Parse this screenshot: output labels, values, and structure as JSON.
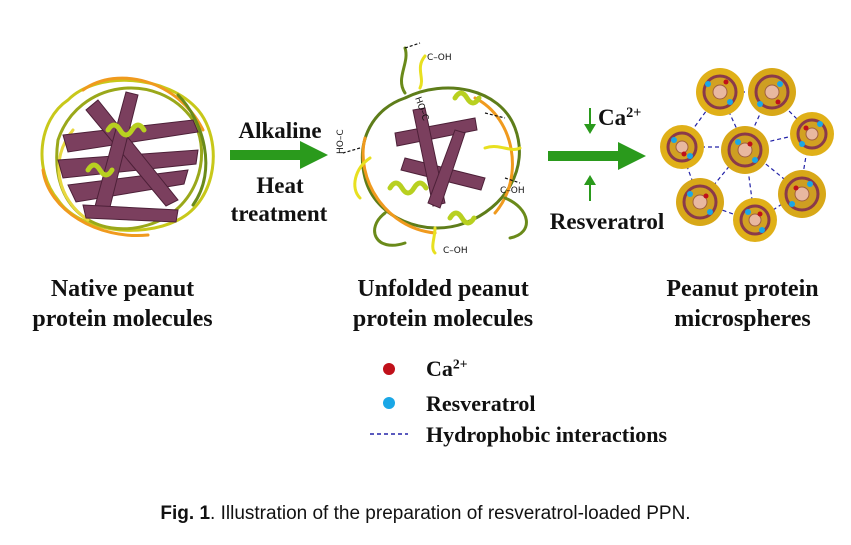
{
  "stages": {
    "native": {
      "line1": "Native peanut",
      "line2": "protein molecules"
    },
    "unfolded": {
      "line1": "Unfolded peanut",
      "line2": "protein molecules"
    },
    "microspheres": {
      "line1": "Peanut protein",
      "line2": "microspheres"
    }
  },
  "arrow1": {
    "top": "Alkaline",
    "bottom1": "Heat",
    "bottom2": "treatment"
  },
  "arrow2": {
    "top_base": "Ca",
    "top_sup": "2+",
    "bottom": "Resveratrol"
  },
  "cooh_labels": {
    "h": "C–OH",
    "v1": "HO–C",
    "v2": "C–OH"
  },
  "legend": {
    "ca_base": "Ca",
    "ca_sup": "2+",
    "resveratrol": "Resveratrol",
    "hydrophobic": "Hydrophobic interactions"
  },
  "caption": {
    "bold": "Fig. 1",
    "text": ". Illustration of the preparation of resveratrol-loaded PPN."
  },
  "colors": {
    "green_arrow": "#2a9a1c",
    "ribbon": "#7b3f5e",
    "ca_dot": "#c0101a",
    "resveratrol_dot": "#1aa7e6",
    "hydrophobic_line": "#2323a8"
  }
}
